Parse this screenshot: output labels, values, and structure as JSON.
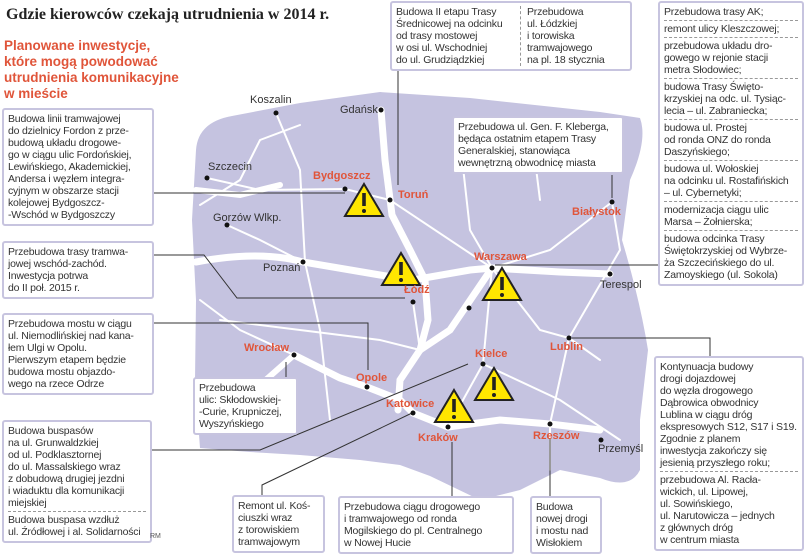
{
  "title": "Gdzie kierowców czekają utrudnienia w 2014 r.",
  "subtitle": "Planowane inwestycje,\nktóre mogą powodować\nutrudnienia komunikacyjne\nw mieście",
  "colors": {
    "accent": "#e0553a",
    "map": "#c5c3e0",
    "warning": "#ffe600"
  },
  "cities": {
    "koszalin": "Koszalin",
    "gdansk": "Gdańsk",
    "szczecin": "Szczecin",
    "gorzow": "Gorzów Wlkp.",
    "bydgoszcz": "Bydgoszcz",
    "torun": "Toruń",
    "bialystok": "Białystok",
    "warszawa": "Warszawa",
    "terespol": "Terespol",
    "poznan": "Poznań",
    "lodz": "Łódź",
    "lublin": "Lublin",
    "kielce": "Kielce",
    "wroclaw": "Wrocław",
    "opole": "Opole",
    "katowice": "Katowice",
    "krakow": "Kraków",
    "rzeszow": "Rzeszów",
    "przemysl": "Przemyśl"
  },
  "boxes": {
    "bydgoszcz": "Budowa linii tramwajowej\ndo dzielnicy Fordon z prze-\nbudową układu drogowe-\ngo w ciągu ulic Fordońskiej,\nLewińskiego, Akademickiej,\nAndersa i węzłem integra-\ncyjnym w obszarze stacji\nkolejowej Bydgoszcz-\n-Wschód w Bydgoszczy",
    "torun_1": "Budowa II etapu Trasy\nŚrednicowej na odcinku\nod trasy mostowej\nw osi ul. Wschodniej\ndo ul. Grudziądzkiej",
    "torun_2": "Przebudowa\nul. Łódzkiej\ni torowiska\ntramwajowego\nna pl. 18 stycznia",
    "bialystok": "Przebudowa ul. Gen. F. Kleberga,\nbędąca ostatnim etapem Trasy\nGeneralskiej, stanowiąca\nwewnętrzną obwodnicę miasta",
    "warszawa": [
      "Przebudowa trasy AK;",
      "remont ulicy Kleszczowej;",
      "przebudowa układu dro-\ngowego w rejonie stacji\nmetra Słodowiec;",
      "budowa Trasy Święto-\nkrzyskiej na odc. ul. Tysiąc-\nlecia – ul. Zabraniecka;",
      "budowa ul. Prostej\nod ronda ONZ do ronda\nDaszyńskiego;",
      "budowa ul. Wołoskiej\nna odcinku ul. Rostafińskich\n– ul. Cybernetyki;",
      "modernizacja ciągu ulic\nMarsa – Żołnierska;",
      "budowa odcinka Trasy\nŚwiętokrzyskiej od Wybrze-\nża Szczecińskiego do ul.\nZamoyskiego (ul. Sokola)"
    ],
    "lodz": "Przebudowa trasy tramwa-\njowej wschód-zachód.\nInwestycja potrwa\ndo II poł. 2015 r.",
    "opole": "Przebudowa mostu w ciągu\nul. Niemodlińskiej nad kana-\nłem Ulgi w Opolu.\nPierwszym etapem będzie\nbudowa mostu objazdo-\nwego na rzece Odrze",
    "wroclaw": "Przebudowa\nulic: Skłodowskiej-\n-Curie, Krupniczej,\nWyszyńskiego",
    "katowice": [
      "Budowa buspasów\nna ul. Grunwaldzkiej\nod ul. Podklasztornej\ndo ul. Massalskiego wraz\nz dobudową drugiej jezdni\ni wiaduktu dla komunikacji\nmiejskiej",
      "Budowa buspasa wzdłuż\nul. Źródłowej i al. Solidarności"
    ],
    "krakow_1": "Remont ul. Koś-\nciuszki wraz\nz torowiskiem\ntramwajowym",
    "krakow_2": "Przebudowa ciągu drogowego\ni tramwajowego od ronda\nMogilskiego do pl. Centralnego\nw Nowej Hucie",
    "rzeszow": "Budowa\nnowej drogi\ni mostu nad\nWisłokiem",
    "lublin": [
      "Kontynuacja budowy\ndrogi dojazdowej\ndo węzła drogowego\nDąbrowica obwodnicy\nLublina w ciągu dróg\nekspresowych S12, S17 i S19.\nZgodnie z planem\ninwestycja zakończy się\njesienią przyszłego roku;",
      "przebudowa Al. Racła-\nwickich, ul. Lipowej,\nul. Sowińskiego,\nul. Narutowicza – jednych\nz głównych dróg\nw centrum miasta"
    ]
  },
  "credit": "RM"
}
